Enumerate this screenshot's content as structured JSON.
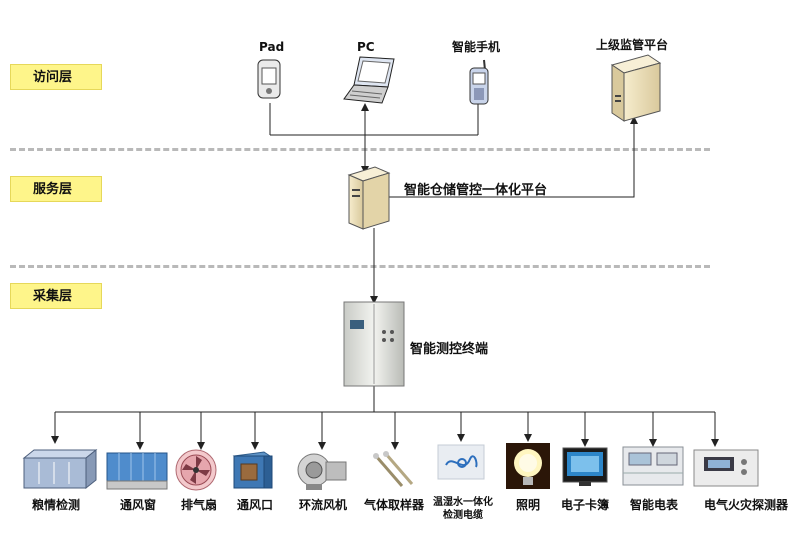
{
  "layers": {
    "access": "访问层",
    "service": "服务层",
    "collect": "采集层"
  },
  "access_devices": {
    "pad": "Pad",
    "pc": "PC",
    "phone": "智能手机",
    "supervision": "上级监管平台"
  },
  "platform": "智能仓储管控一体化平台",
  "terminal": "智能测控终端",
  "field_devices": [
    {
      "label": "粮情检测"
    },
    {
      "label": "通风窗"
    },
    {
      "label": "排气扇"
    },
    {
      "label": "通风口"
    },
    {
      "label": "环流风机"
    },
    {
      "label": "气体取样器"
    },
    {
      "label": "温湿水一体化",
      "label2": "检测电缆"
    },
    {
      "label": "照明"
    },
    {
      "label": "电子卡簿"
    },
    {
      "label": "智能电表"
    },
    {
      "label": "电气火灾探测器"
    }
  ]
}
